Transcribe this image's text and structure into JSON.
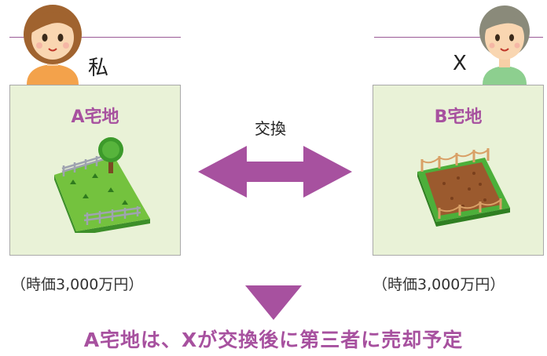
{
  "left": {
    "owner": "私",
    "lot": "A宅地",
    "price": "（時価3,000万円）"
  },
  "right": {
    "owner": "X",
    "lot": "B宅地",
    "price": "（時価3,000万円）"
  },
  "exchange_label": "交換",
  "conclusion": "A宅地は、Xが交換後に第三者に売却予定",
  "colors": {
    "accent": "#a7519f",
    "panel_bg": "#e9f2d7",
    "grass": "#6fbf3a",
    "soil": "#9b5a2e"
  },
  "icons": [
    "woman-avatar-icon",
    "man-avatar-icon",
    "grass-lot-icon",
    "tree-icon",
    "soil-lot-icon",
    "double-arrow-icon",
    "down-arrow-icon"
  ]
}
